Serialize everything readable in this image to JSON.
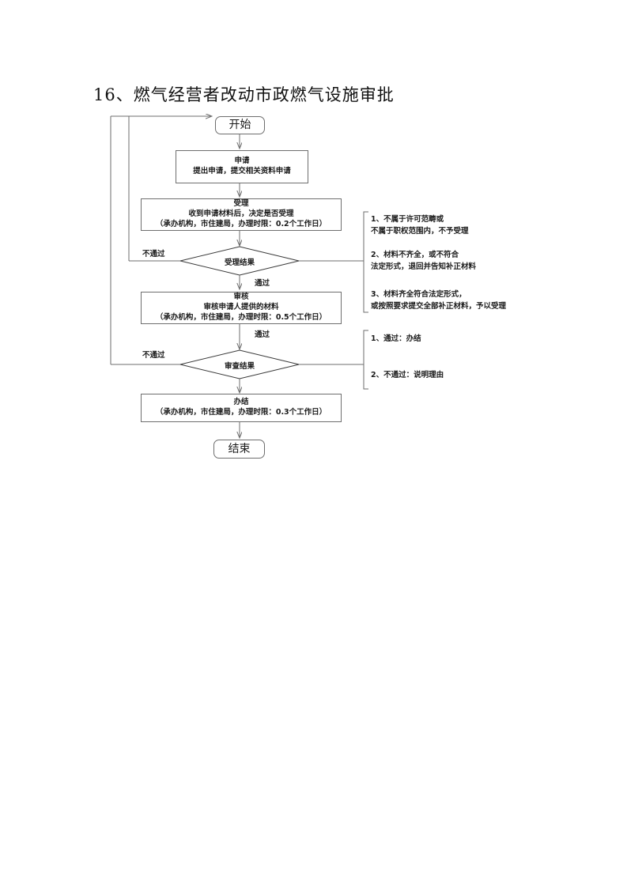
{
  "document": {
    "title": "16、燃气经营者改动市政燃气设施审批"
  },
  "chart_data": {
    "type": "diagram",
    "title": "16、燃气经营者改动市政燃气设施审批",
    "nodes": [
      {
        "id": "start",
        "shape": "terminal",
        "lines": [
          "开始"
        ]
      },
      {
        "id": "apply",
        "shape": "process",
        "lines": [
          "申请",
          "提出申请，提交相关资料申请"
        ]
      },
      {
        "id": "accept",
        "shape": "process",
        "lines": [
          "受理",
          "收到申请材料后，决定是否受理",
          "（承办机构，市住建局，办理时限：0.2个工作日）"
        ]
      },
      {
        "id": "accept_d",
        "shape": "decision",
        "lines": [
          "受理结果"
        ]
      },
      {
        "id": "review",
        "shape": "process",
        "lines": [
          "审核",
          "审核申请人提供的材料",
          "（承办机构，市住建局，办理时限：0.5个工作日）"
        ]
      },
      {
        "id": "review_d",
        "shape": "decision",
        "lines": [
          "审查结果"
        ]
      },
      {
        "id": "finish",
        "shape": "process",
        "lines": [
          "办结",
          "（承办机构，市住建局，办理时限：0.3个工作日）"
        ]
      },
      {
        "id": "end",
        "shape": "terminal",
        "lines": [
          "结束"
        ]
      }
    ],
    "edges": [
      {
        "from": "start",
        "to": "apply",
        "label": ""
      },
      {
        "from": "apply",
        "to": "accept",
        "label": ""
      },
      {
        "from": "accept",
        "to": "accept_d",
        "label": ""
      },
      {
        "from": "accept_d",
        "to": "review",
        "label": "通过"
      },
      {
        "from": "accept_d",
        "to": "start",
        "label": "不通过"
      },
      {
        "from": "review",
        "to": "review_d",
        "label": "通过"
      },
      {
        "from": "review_d",
        "to": "finish",
        "label": ""
      },
      {
        "from": "review_d",
        "to": "start",
        "label": "不通过"
      },
      {
        "from": "finish",
        "to": "end",
        "label": ""
      }
    ],
    "annotations": [
      {
        "group": "accept_result",
        "lines": [
          "1、不属于许可范畴或",
          "不属于职权范围内，不予受理"
        ]
      },
      {
        "group": "accept_result",
        "lines": [
          "2、材料不齐全，或不符合",
          "法定形式，退回并告知补正材料"
        ]
      },
      {
        "group": "accept_result",
        "lines": [
          "3、材料齐全符合法定形式，",
          "或按照要求提交全部补正材料，予以受理"
        ]
      },
      {
        "group": "review_result",
        "lines": [
          "1、通过：办结"
        ]
      },
      {
        "group": "review_result",
        "lines": [
          "2、不通过：说明理由"
        ]
      }
    ]
  },
  "nodes": {
    "start": {
      "line1": "开始"
    },
    "apply": {
      "line1": "申请",
      "line2": "提出申请，提交相关资料申请"
    },
    "accept": {
      "line1": "受理",
      "line2": "收到申请材料后，决定是否受理",
      "line3": "（承办机构，市住建局，办理时限：0.2个工作日）"
    },
    "accept_decision": {
      "label": "受理结果"
    },
    "review": {
      "line1": "审核",
      "line2": "审核申请人提供的材料",
      "line3": "（承办机构，市住建局，办理时限：0.5个工作日）"
    },
    "review_decision": {
      "label": "审查结果"
    },
    "finish": {
      "line1": "办结",
      "line2": "（承办机构，市住建局，办理时限：0.3个工作日）"
    },
    "end": {
      "line1": "结束"
    }
  },
  "edge_labels": {
    "accept_fail": "不通过",
    "accept_pass": "通过",
    "review_pass_in": "通过",
    "review_fail": "不通过"
  },
  "annotations": {
    "a1_l1": "1、不属于许可范畴或",
    "a1_l2": "不属于职权范围内，不予受理",
    "a2_l1": "2、材料不齐全，或不符合",
    "a2_l2": "法定形式，退回并告知补正材料",
    "a3_l1": "3、材料齐全符合法定形式，",
    "a3_l2": "或按照要求提交全部补正材料，予以受理",
    "b1_l1": "1、通过：办结",
    "b2_l1": "2、不通过：说明理由"
  },
  "colors": {
    "line": "#6e6e6e",
    "text": "#1b1b1b",
    "background": "#ffffff"
  }
}
